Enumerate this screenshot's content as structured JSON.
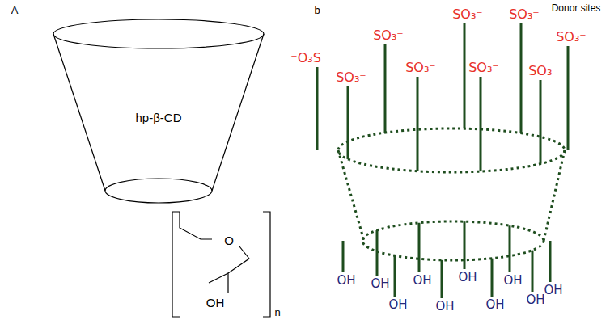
{
  "diagram": {
    "nodes": [
      {
        "text": [
          "hp-β-CD"
        ]
      }
    ],
    "labels": [
      "A",
      "b",
      "O",
      "OH",
      "n",
      "Donor sites",
      "⁻O₃S",
      "SO₃⁻",
      "SO₃⁻",
      "SO₃⁻",
      "SO₃⁻",
      "SO₃⁻",
      "SO₃⁻",
      "SO₃⁻",
      "SO₃⁻",
      "OH",
      "OH",
      "OH",
      "OH",
      "OH",
      "OH",
      "OH",
      "OH",
      "OH",
      "OH"
    ]
  }
}
